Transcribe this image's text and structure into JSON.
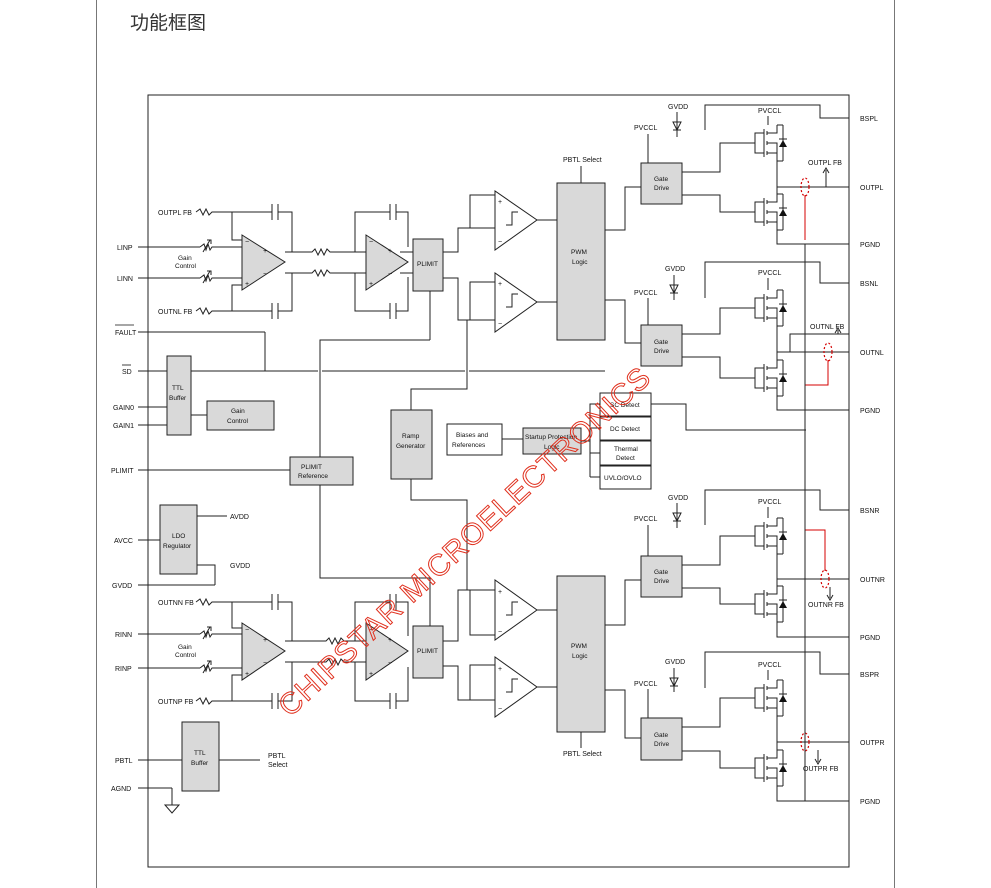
{
  "heading": "功能框图",
  "watermark": "CHIPSTAR MICROELECTRONICS",
  "pins_left": {
    "outpl_fb": "OUTPL FB",
    "linp": "LINP",
    "linn": "LINN",
    "outnl_fb": "OUTNL FB",
    "fault": "FAULT",
    "sd": "SD",
    "gain0": "GAIN0",
    "gain1": "GAIN1",
    "plimit": "PLIMIT",
    "avcc": "AVCC",
    "gvdd": "GVDD",
    "outnn_fb": "OUTNN FB",
    "rinn": "RINN",
    "rinp": "RINP",
    "outnp_fb": "OUTNP FB",
    "pbtl": "PBTL",
    "agnd": "AGND"
  },
  "pins_right": {
    "bspl": "BSPL",
    "outpl": "OUTPL",
    "pgnd1": "PGND",
    "bsnl": "BSNL",
    "outnl": "OUTNL",
    "pgnd2": "PGND",
    "bsnr": "BSNR",
    "outnr": "OUTNR",
    "pgnd3": "PGND",
    "bspr": "BSPR",
    "outpr": "OUTPR",
    "pgnd4": "PGND"
  },
  "blocks": {
    "gain_control_l": [
      "Gain",
      "Control"
    ],
    "gain_control_r": [
      "Gain",
      "Control"
    ],
    "plimit_top": "PLIMIT",
    "plimit_bottom": "PLIMIT",
    "pwm_top": [
      "PWM",
      "Logic"
    ],
    "pwm_bottom": [
      "PWM",
      "Logic"
    ],
    "pbtl_select_top": "PBTL Select",
    "pbtl_select_bottom": "PBTL Select",
    "gate_drive": [
      "Gate",
      "Drive"
    ],
    "ttl_buffer": [
      "TTL",
      "Buffer"
    ],
    "gain_control_block": [
      "Gain",
      "Control"
    ],
    "plimit_reference": [
      "PLIMIT",
      "Reference"
    ],
    "ramp_generator": [
      "Ramp",
      "Generator"
    ],
    "biases": [
      "Biases and",
      "References"
    ],
    "startup": [
      "Startup Protection",
      "Logic"
    ],
    "sc_detect": "SC Detect",
    "dc_detect": "DC Detect",
    "thermal_detect": [
      "Thermal",
      "Detect"
    ],
    "uvlo": "UVLO/OVLO",
    "ldo": [
      "LDO",
      "Regulator"
    ],
    "avdd": "AVDD",
    "gvdd_out": "GVDD",
    "ttl_buffer_pbtl": [
      "TTL",
      "Buffer"
    ],
    "pbtl_select_out": [
      "PBTL",
      "Select"
    ]
  },
  "rails": {
    "gvdd": "GVDD",
    "pvccl": "PVCCL"
  },
  "feedback": {
    "outpl_fb": "OUTPL FB",
    "outnl_fb": "OUTNL FB",
    "outnr_fb": "OUTNR FB",
    "outpr_fb": "OUTPR FB"
  }
}
